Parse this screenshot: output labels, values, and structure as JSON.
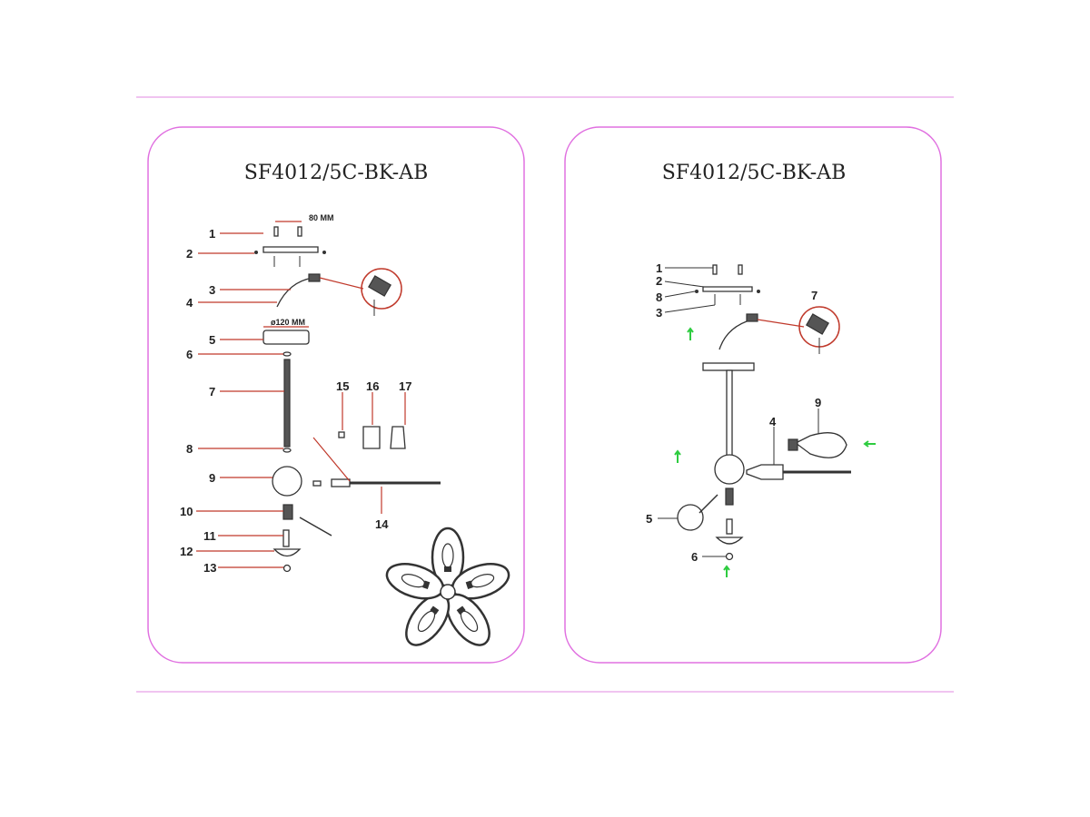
{
  "left_panel": {
    "title": "SF4012/5C-BK-AB",
    "dimensions": {
      "bracket_spacing": "80 MM",
      "canopy_diameter": "ø120 MM"
    },
    "labels": [
      "1",
      "2",
      "3",
      "4",
      "5",
      "6",
      "7",
      "8",
      "9",
      "10",
      "11",
      "12",
      "13",
      "14",
      "15",
      "16",
      "17"
    ]
  },
  "right_panel": {
    "title": "SF4012/5C-BK-AB",
    "labels": [
      "1",
      "2",
      "8",
      "3",
      "7",
      "9",
      "4",
      "5",
      "6"
    ]
  },
  "colors": {
    "frame": "#e070e0",
    "leader": "#c0392b",
    "arrow": "#2ecc40"
  }
}
